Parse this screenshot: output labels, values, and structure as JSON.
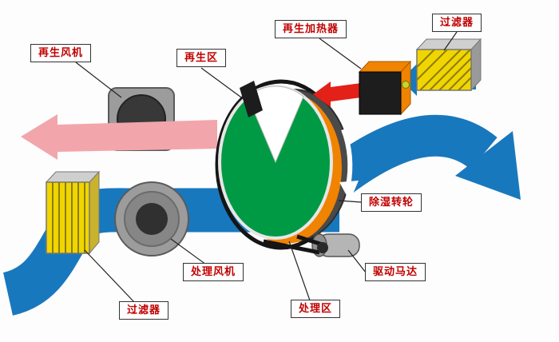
{
  "diagram": {
    "labels": {
      "regen_fan": "再生风机",
      "regen_zone": "再生区",
      "regen_heater": "再生加热器",
      "filter_top": "过滤器",
      "desiccant_wheel": "除湿转轮",
      "drive_motor": "驱动马达",
      "process_fan": "处理风机",
      "process_zone": "处理区",
      "filter_bottom": "过滤器"
    },
    "colors": {
      "process_air": "#1878be",
      "regen_exhaust": "#f2a6ab",
      "hot_air": "#e32119",
      "wheel": "#009a44",
      "heater": "#f08300",
      "filter": "#f0d500",
      "label_text": "#c00000"
    }
  }
}
